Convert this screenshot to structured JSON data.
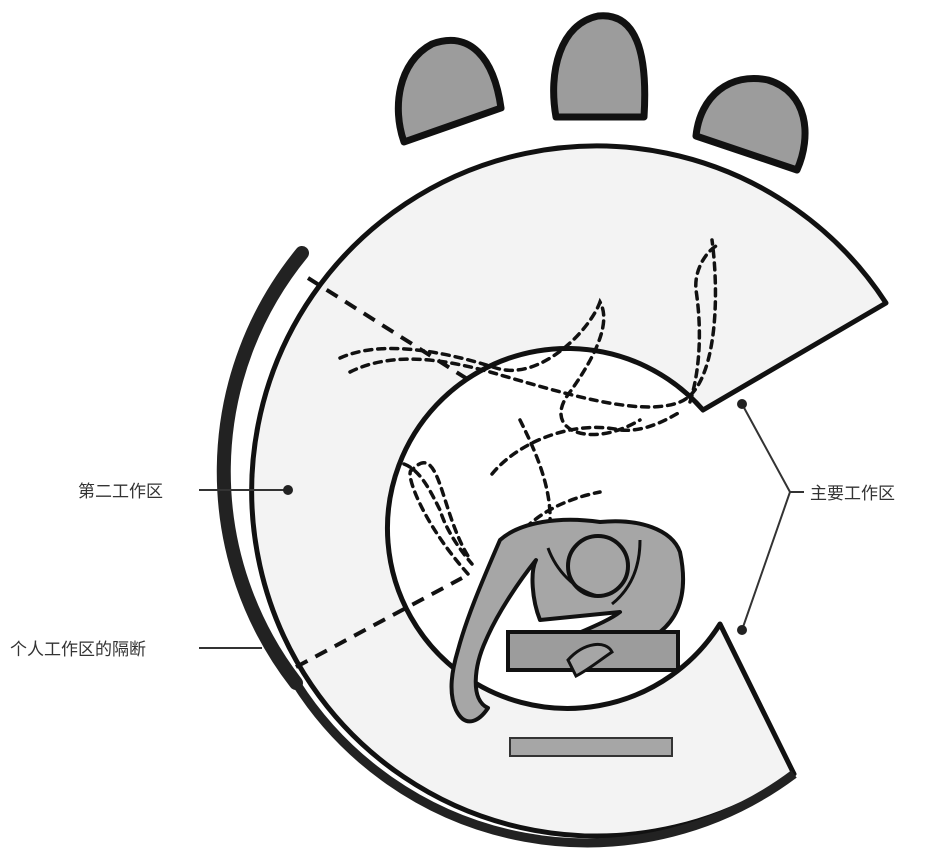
{
  "labels": {
    "secondary_work_zone": "第二工作区",
    "personal_zone_partition": "个人工作区的隔断",
    "primary_work_zone": "主要工作区"
  },
  "colors": {
    "outline": "#111111",
    "floor_fill": "#f3f3f3",
    "figure_fill": "#a6a6a6",
    "chair_fill": "#9c9c9c",
    "leader_line": "#333333"
  }
}
